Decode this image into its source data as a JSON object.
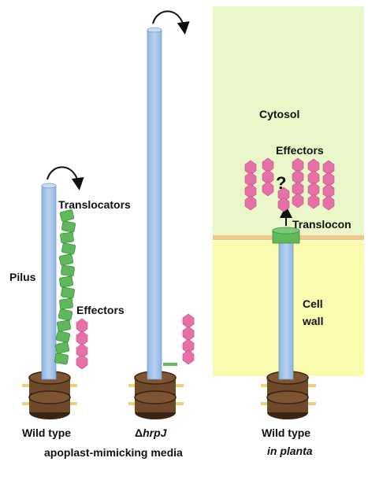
{
  "labels": {
    "cytosol": "Cytosol",
    "effectors_top": "Effectors",
    "question_mark": "?",
    "translocon": "Translocon",
    "cell_wall_1": "Cell",
    "cell_wall_2": "wall",
    "translocators": "Translocators",
    "pilus": "Pilus",
    "effectors_left": "Effectors"
  },
  "captions": {
    "wild_type": "Wild type",
    "apoplast": "apoplast-mimicking media",
    "delta": "Δ",
    "hrpj": "hrpJ",
    "wild_type_right": "Wild type",
    "in_planta": "in planta"
  },
  "colors": {
    "cytosol_bg": "#eaf7c8",
    "cell_wall_bg": "#fbfbb0",
    "membrane": "#f0c98a",
    "pilus": "#a6c6ea",
    "pilus_edge": "#7c9dc9",
    "base_ring": "#6e4a2a",
    "base_ring_dark": "#3a2413",
    "base_stub": "#f0cf7a",
    "translocator": "#5fb85b",
    "translocon": "#5fb85b",
    "effector": "#e670a8"
  },
  "icons": [
    "rotation-arrow-icon",
    "effector-glyph-icon"
  ]
}
